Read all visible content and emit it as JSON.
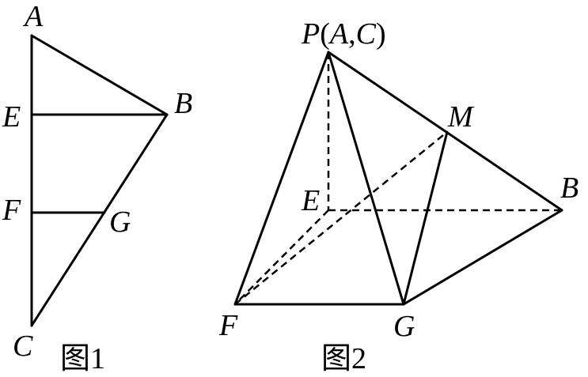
{
  "figure1": {
    "labels": {
      "A": "A",
      "B": "B",
      "C": "C",
      "E": "E",
      "F": "F",
      "G": "G"
    },
    "caption": "图1"
  },
  "figure2": {
    "labels": {
      "P_prefix": "P",
      "P_open": "(",
      "P_A": "A",
      "P_comma": ",",
      "P_C": "C",
      "P_close": ")",
      "M": "M",
      "E": "E",
      "B": "B",
      "F": "F",
      "G": "G"
    },
    "caption": "图2"
  }
}
